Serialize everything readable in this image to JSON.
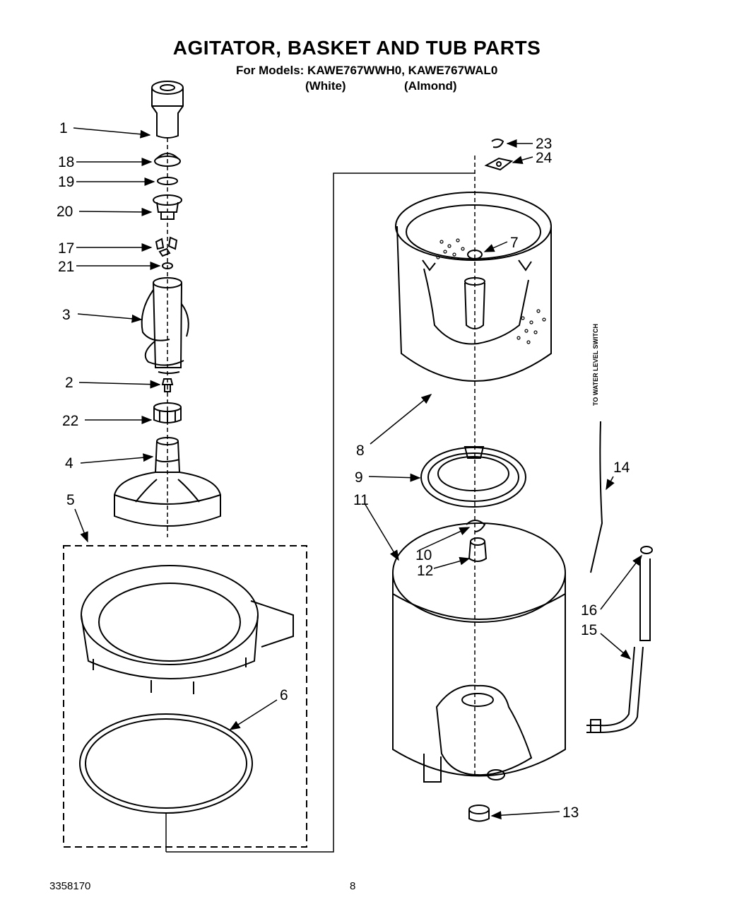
{
  "header": {
    "title": "AGITATOR, BASKET AND TUB PARTS",
    "models_line": "For Models: KAWE767WWH0, KAWE767WAL0",
    "variant_white": "(White)",
    "variant_almond": "(Almond)"
  },
  "side_note": "TO WATER LEVEL SWITCH",
  "footer": {
    "doc_number": "3358170",
    "page_number": "8"
  },
  "callouts": {
    "c1": "1",
    "c18": "18",
    "c19": "19",
    "c20": "20",
    "c17": "17",
    "c21": "21",
    "c3": "3",
    "c2": "2",
    "c22": "22",
    "c4": "4",
    "c5": "5",
    "c6": "6",
    "c23": "23",
    "c24": "24",
    "c7": "7",
    "c8": "8",
    "c9": "9",
    "c11": "11",
    "c10": "10",
    "c12": "12",
    "c14": "14",
    "c16": "16",
    "c15": "15",
    "c13": "13"
  }
}
